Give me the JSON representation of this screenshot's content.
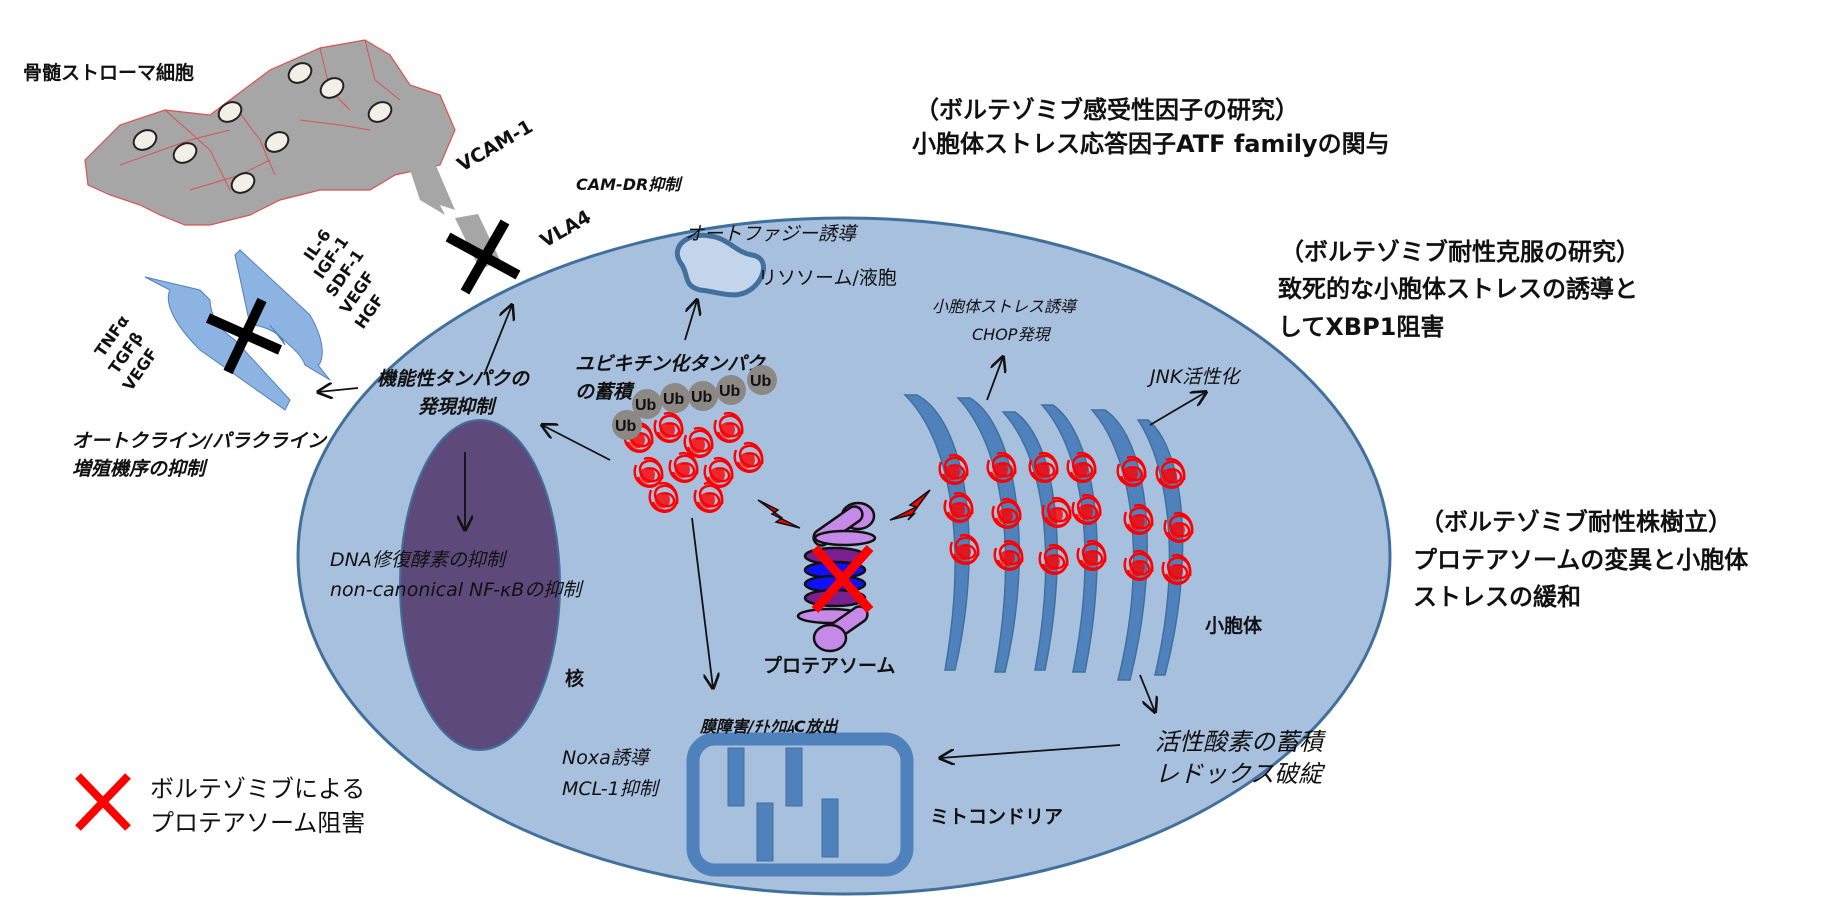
{
  "colors": {
    "cell_fill": "#a7c0de",
    "cell_stroke": "#41709c",
    "nucleus_fill": "#5d4a7a",
    "organelle": "#4f81bd",
    "stroma_fill": "#a6a6a6",
    "stroma_stroke": "#d9534f",
    "protein_red": "#ff0000",
    "ub_gray": "#8c8884",
    "proteasome_purple": "#c58ae8",
    "proteasome_dark": "#7a1f8f",
    "proteasome_blue": "#1010ff",
    "exchange_arrow": "#8db3e2"
  },
  "research_notes": {
    "sensitivity": {
      "title": "（ボルテゾミブ感受性因子の研究）",
      "body": "小胞体ストレス応答因子ATF familyの関与"
    },
    "overcoming_resistance": {
      "title": "（ボルテゾミブ耐性克服の研究）",
      "line1": "致死的な小胞体ストレスの誘導と",
      "line2": "してXBP1阻害"
    },
    "resistant_line": {
      "title": "（ボルテゾミブ耐性株樹立）",
      "line1": "プロテアソームの変異と小胞体",
      "line2": "ストレスの緩和"
    }
  },
  "stroma": {
    "label": "骨髄ストローマ細胞",
    "vcam": "VCAM-1",
    "vla4": "VLA4",
    "cam_dr": "CAM-DR抑制",
    "factors_from_stroma": [
      "IL-6",
      "IGF-1",
      "SDF-1",
      "VEGF",
      "HGF"
    ],
    "factors_from_myeloma": [
      "TNFα",
      "TGFβ",
      "VEGF"
    ],
    "autocrine_line1": "オートクライン/パラクライン",
    "autocrine_line2": "増殖機序の抑制"
  },
  "cell": {
    "autophagy": "オートファジー誘導",
    "lysosome": "リソソーム/液胞",
    "ub_protein_line1": "ユビキチン化タンパク",
    "ub_protein_line2": "の蓄積",
    "ub_tag": "Ub",
    "functional_line1": "機能性タンパクの",
    "functional_line2": "発現抑制",
    "dna_repair": "DNA修復酵素の抑制",
    "nfkb": "non-canonical NF-κBの抑制",
    "nucleus": "核",
    "proteasome": "プロテアソーム",
    "er_stress_line1": "小胞体ストレス誘導",
    "er_stress_line2": "CHOP発現",
    "jnk": "JNK活性化",
    "er": "小胞体",
    "ros_line1": "活性酸素の蓄積",
    "ros_line2": "レドックス破綻",
    "mito_damage": "膜障害/ﾁﾄｸﾛﾑC放出",
    "noxa_line1": "Noxa誘導",
    "noxa_line2": "MCL-1抑制",
    "mitochondria": "ミトコンドリア"
  },
  "legend": {
    "line1": "ボルテゾミブによる",
    "line2": "プロテアソーム阻害",
    "icon": "red-x-icon"
  }
}
